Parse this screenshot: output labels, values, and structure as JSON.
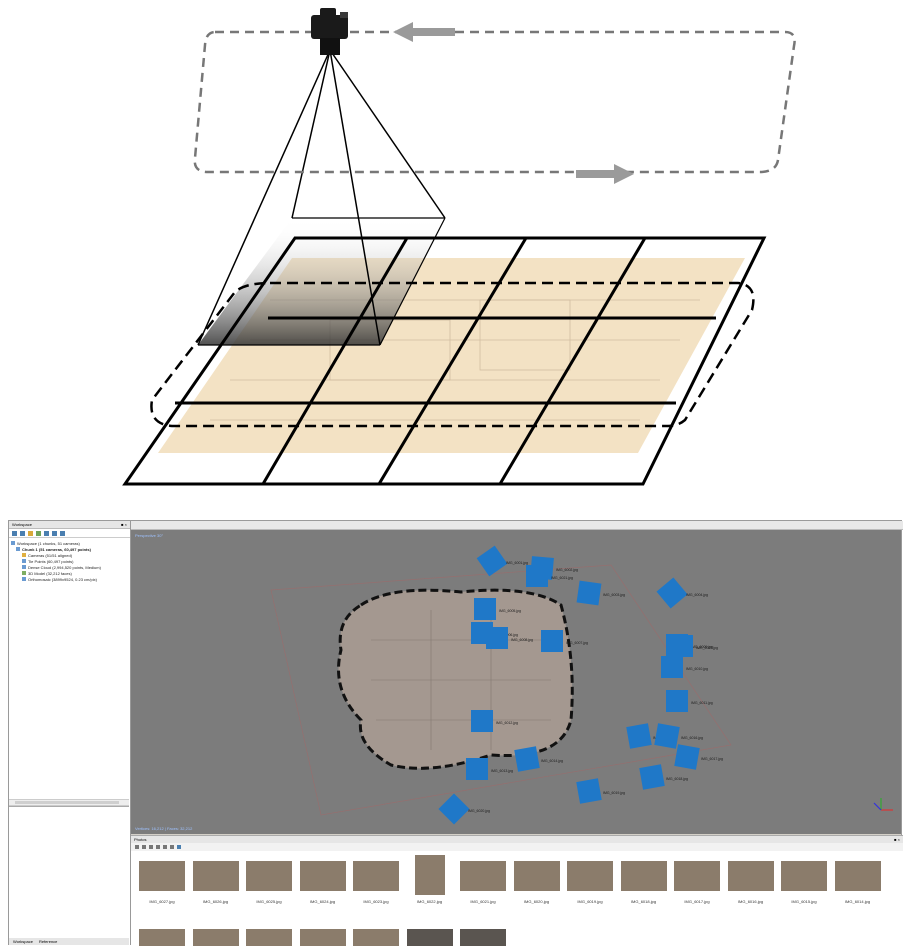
{
  "workspace": {
    "title": "Workspace",
    "close": "■ ×",
    "tree": [
      "Workspace (1 chunks, 51 cameras)",
      "Chunk 1 (51 cameras, 60,497 points)",
      "Cameras (51/51 aligned)",
      "Tie Points (60,497 points)",
      "Dense Cloud (2,994,520 points, Medium)",
      "3D Model (32,212 faces)",
      "Orthomosaic (3899x9524, 0.23 cm/pix)"
    ],
    "tabs": [
      "Workspace",
      "Reference"
    ]
  },
  "model": {
    "tab_label": "Model",
    "info": "Perspective 30°",
    "status": "Vertices: 16,212 | Faces: 32,212"
  },
  "photos": {
    "title": "Photos",
    "close": "■ ×",
    "row1": [
      "IMG_6027.jpg",
      "IMG_6026.jpg",
      "IMG_6025.jpg",
      "IMG_6024.jpg",
      "IMG_6023.jpg",
      "IMG_6022.jpg",
      "IMG_6021.jpg",
      "IMG_6020.jpg",
      "IMG_6019.jpg",
      "IMG_6018.jpg",
      "IMG_6017.jpg",
      "IMG_6016.jpg",
      "IMG_6015.jpg",
      "IMG_6014.jpg"
    ],
    "row2_count": 7
  },
  "cameras": [
    {
      "label": "IMG_6001.jpg"
    },
    {
      "label": "IMG_6002.jpg"
    },
    {
      "label": "IMG_6003.jpg"
    },
    {
      "label": "IMG_6004.jpg"
    },
    {
      "label": "IMG_6005.jpg"
    },
    {
      "label": "IMG_6006.jpg"
    },
    {
      "label": "IMG_6007.jpg"
    },
    {
      "label": "IMG_6008.jpg"
    },
    {
      "label": "IMG_6009.jpg"
    },
    {
      "label": "IMG_6010.jpg"
    },
    {
      "label": "IMG_6011.jpg"
    },
    {
      "label": "IMG_6012.jpg"
    },
    {
      "label": "IMG_6013.jpg"
    },
    {
      "label": "IMG_6014.jpg"
    },
    {
      "label": "IMG_6015.jpg"
    },
    {
      "label": "IMG_6016.jpg"
    },
    {
      "label": "IMG_6017.jpg"
    },
    {
      "label": "IMG_6018.jpg"
    },
    {
      "label": "IMG_6019.jpg"
    },
    {
      "label": "IMG_6020.jpg"
    },
    {
      "label": "IMG_6021.jpg"
    },
    {
      "label": "IMG_6022.jpg"
    }
  ],
  "colors": {
    "camera_blue": "#1f78c8",
    "paper": "#f3e2c4",
    "viewport_bg": "#7c7c7c"
  }
}
